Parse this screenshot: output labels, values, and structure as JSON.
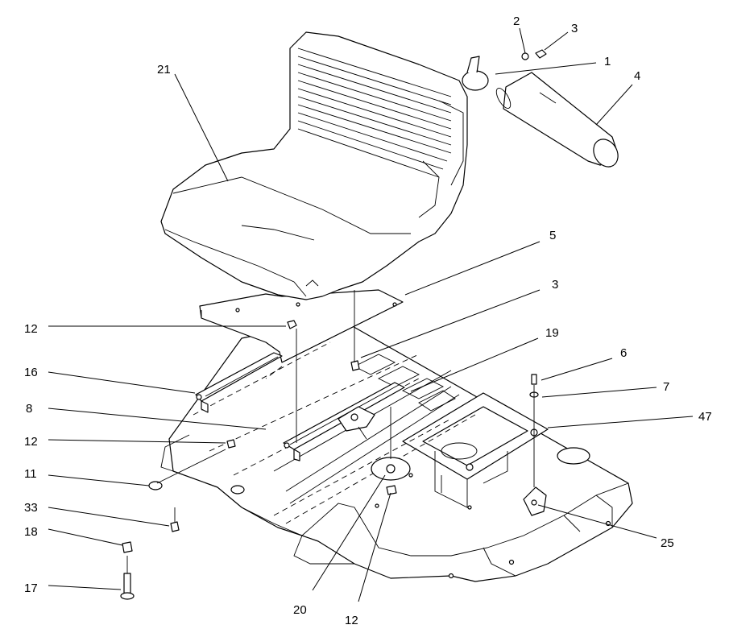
{
  "callouts": {
    "c1": "1",
    "c2": "2",
    "c3a": "3",
    "c3b": "3",
    "c4": "4",
    "c5": "5",
    "c6": "6",
    "c7": "7",
    "c8": "8",
    "c11": "11",
    "c12a": "12",
    "c12b": "12",
    "c12c": "12",
    "c16": "16",
    "c17": "17",
    "c18": "18",
    "c19": "19",
    "c20": "20",
    "c21": "21",
    "c25": "25",
    "c33": "33",
    "c47": "47"
  }
}
